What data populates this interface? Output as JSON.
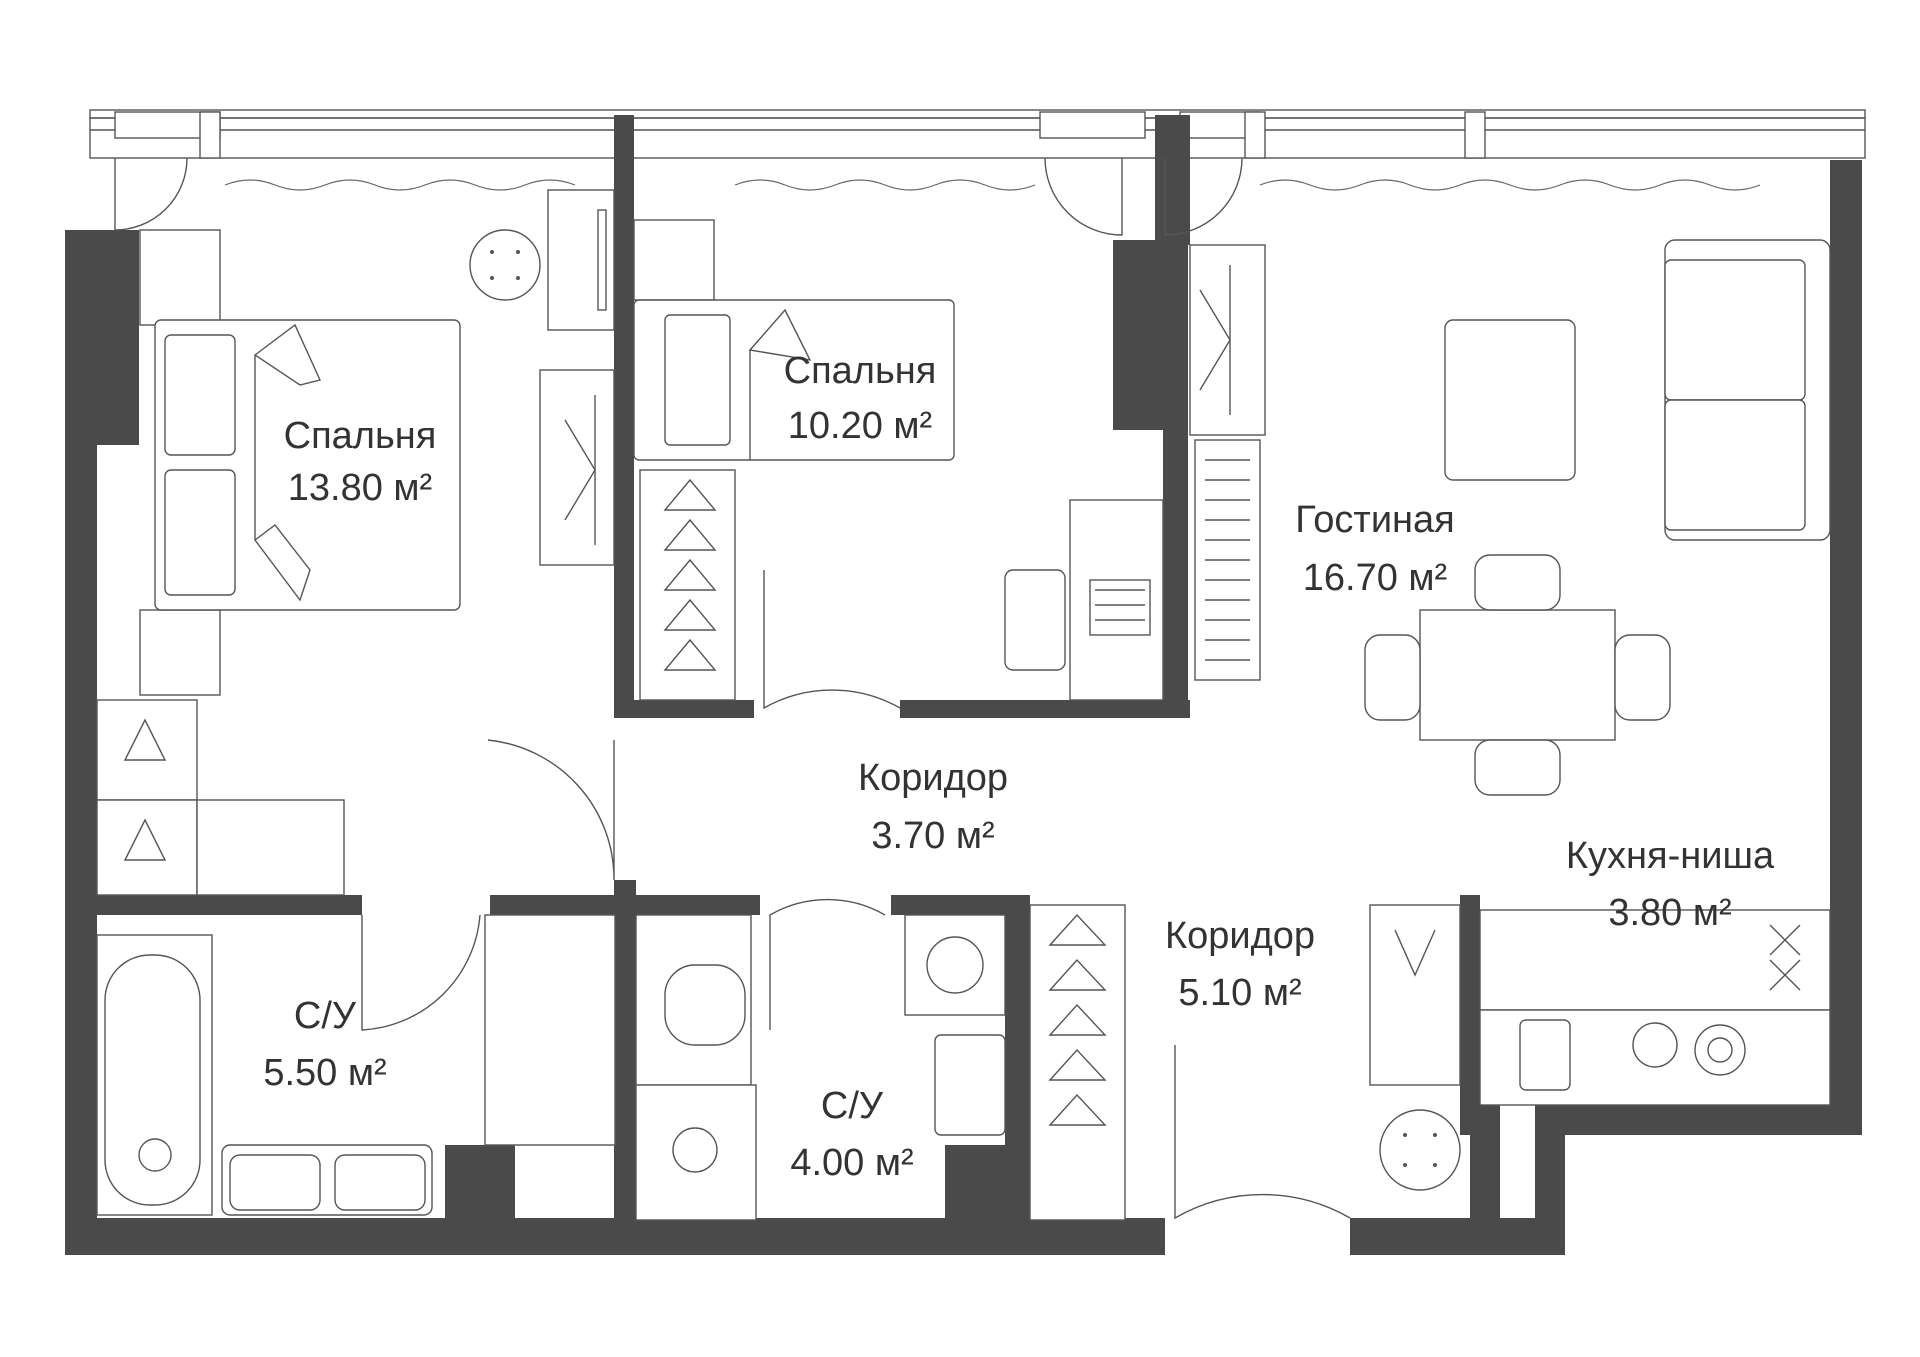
{
  "colors": {
    "wall": "#4a4a4a",
    "line": "#555555",
    "background": "#ffffff",
    "text": "#333333"
  },
  "rooms": [
    {
      "id": "bedroom-1",
      "name": "Спальня",
      "area": "13.80 м²"
    },
    {
      "id": "bedroom-2",
      "name": "Спальня",
      "area": "10.20 м²"
    },
    {
      "id": "living-room",
      "name": "Гостиная",
      "area": "16.70 м²"
    },
    {
      "id": "corridor-1",
      "name": "Коридор",
      "area": "3.70 м²"
    },
    {
      "id": "kitchen-niche",
      "name": "Кухня-ниша",
      "area": "3.80 м²"
    },
    {
      "id": "corridor-2",
      "name": "Коридор",
      "area": "5.10 м²"
    },
    {
      "id": "bathroom-1",
      "name": "С/У",
      "area": "5.50 м²"
    },
    {
      "id": "bathroom-2",
      "name": "С/У",
      "area": "4.00 м²"
    }
  ]
}
